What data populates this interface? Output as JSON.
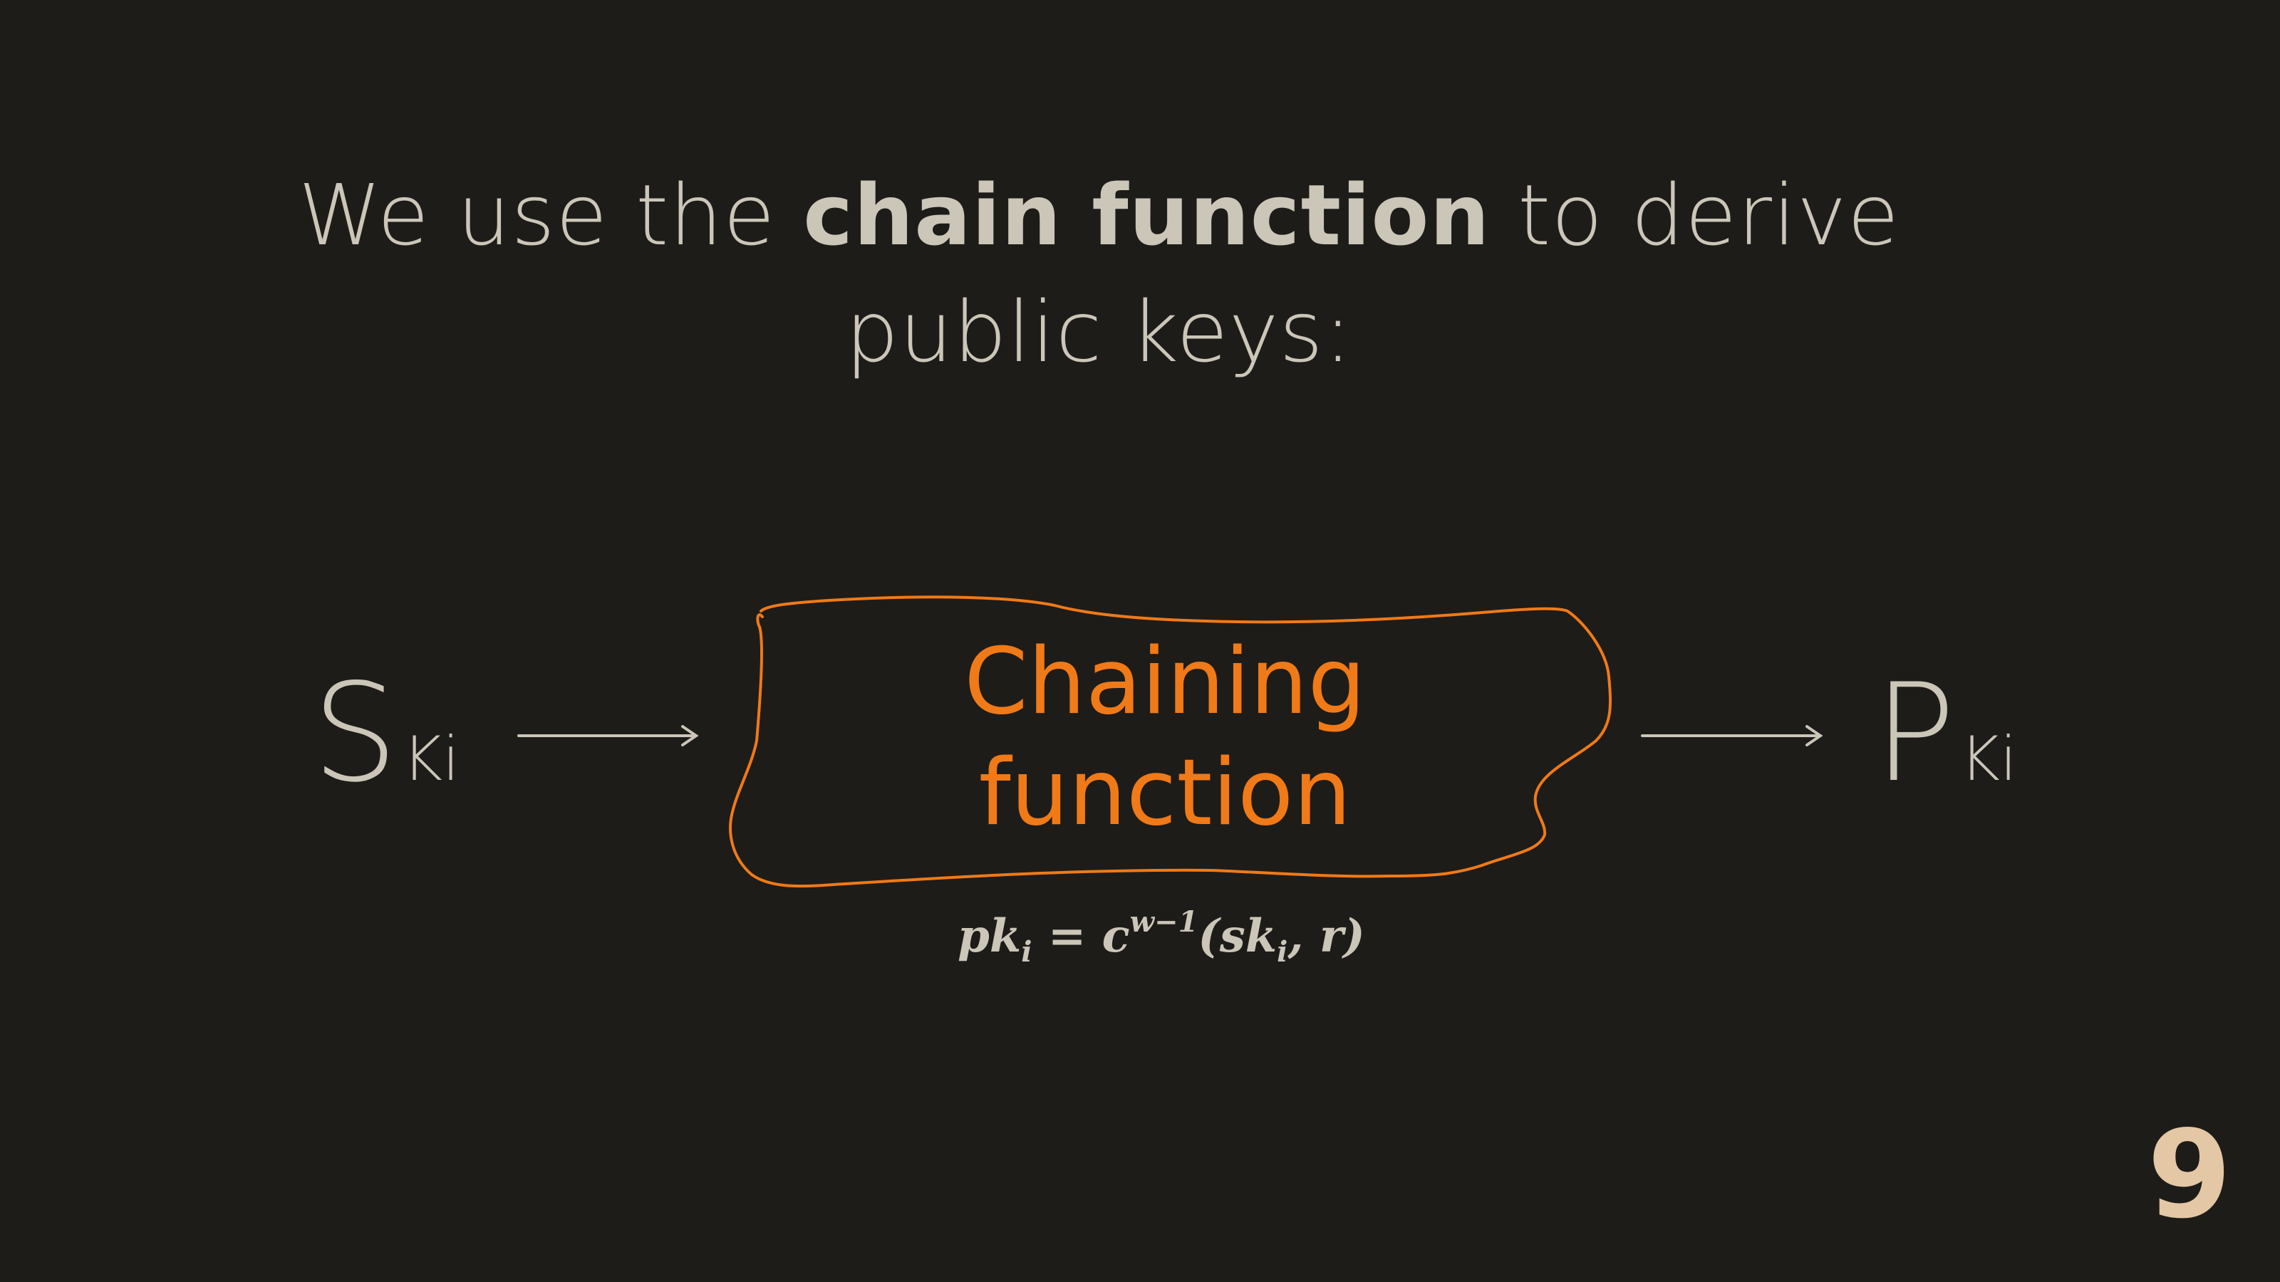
{
  "heading": {
    "prefix": "We use the ",
    "bold": "chain function",
    "suffix": " to derive",
    "line2": "public keys:"
  },
  "diagram": {
    "secret_key": {
      "letter": "S",
      "subscript": "Ki"
    },
    "public_key": {
      "letter": "P",
      "subscript": "Ki"
    },
    "box_label_line1": "Chaining",
    "box_label_line2": "function",
    "formula": {
      "lhs": "pk",
      "lhs_sub": "i",
      "eq": " = ",
      "func": "c",
      "func_sup": "w−1",
      "args_open": "(sk",
      "args_sub": "i",
      "args_close": ", r)"
    },
    "accent_color": "#f07a17",
    "text_color": "#cbc6b8"
  },
  "page_number": "9"
}
